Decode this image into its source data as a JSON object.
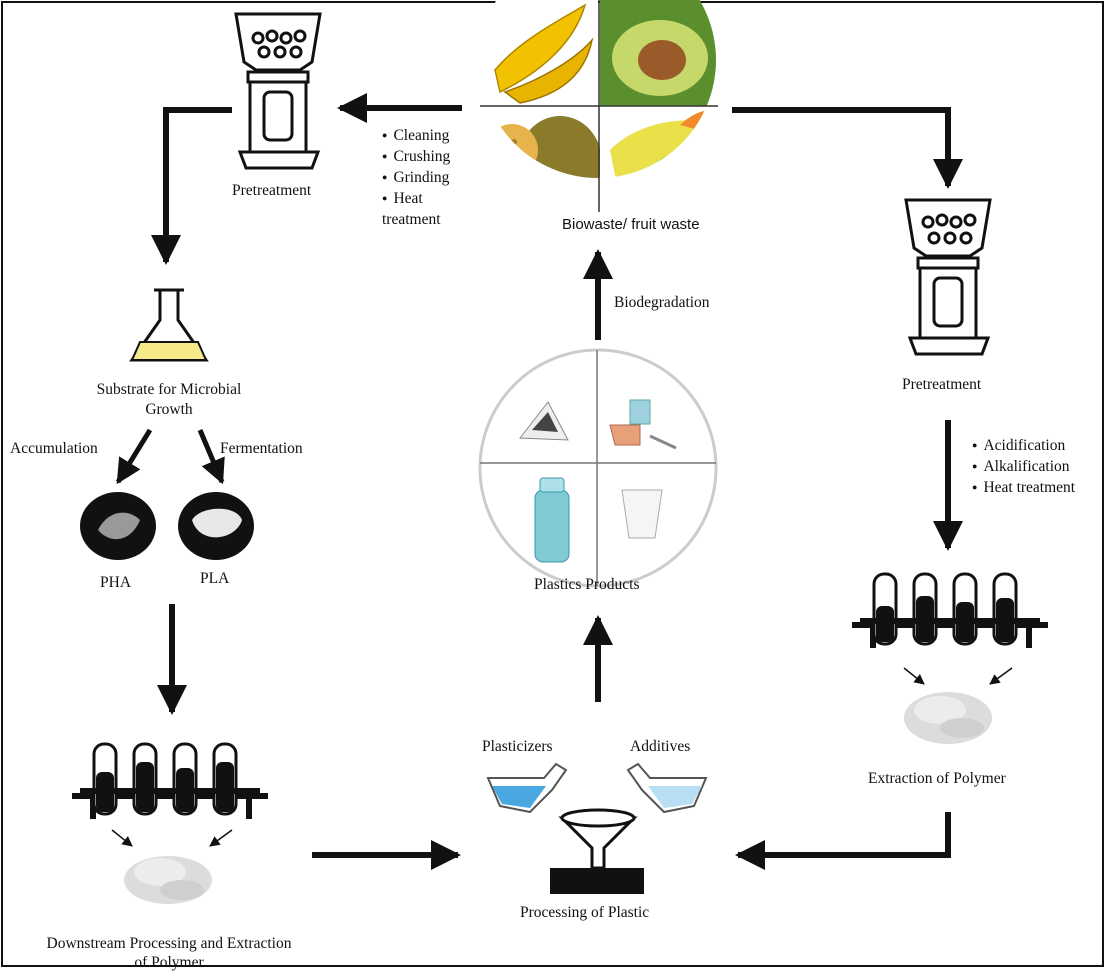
{
  "center_top": {
    "label": "Biowaste/ fruit waste",
    "icon": "fruit-waste-collage"
  },
  "edge_biodegradation": "Biodegradation",
  "center_mid": {
    "label": "Plastics Products",
    "icon": "plastic-products-collage"
  },
  "left_branch": {
    "pretreatment_label": "Pretreatment",
    "pretreatment_steps": [
      "Cleaning",
      "Crushing",
      "Grinding",
      "Heat treatment"
    ],
    "substrate_label": "Substrate for Microbial Growth",
    "accumulation_label": "Accumulation",
    "fermentation_label": "Fermentation",
    "pha_label": "PHA",
    "pla_label": "PLA",
    "downstream_label": "Downstream Processing and Extraction of Polymer"
  },
  "right_branch": {
    "pretreatment_label": "Pretreatment",
    "pretreatment_steps": [
      "Acidification",
      "Alkalification",
      "Heat treatment"
    ],
    "extraction_label": "Extraction of Polymer"
  },
  "processing": {
    "plasticizers_label": "Plasticizers",
    "additives_label": "Additives",
    "label": "Processing of Plastic"
  },
  "colors": {
    "line": "#111111",
    "liquid_blue": "#4aa8e0",
    "liquid_light": "#b8dff3",
    "flask_yellow": "#f5e98a"
  }
}
